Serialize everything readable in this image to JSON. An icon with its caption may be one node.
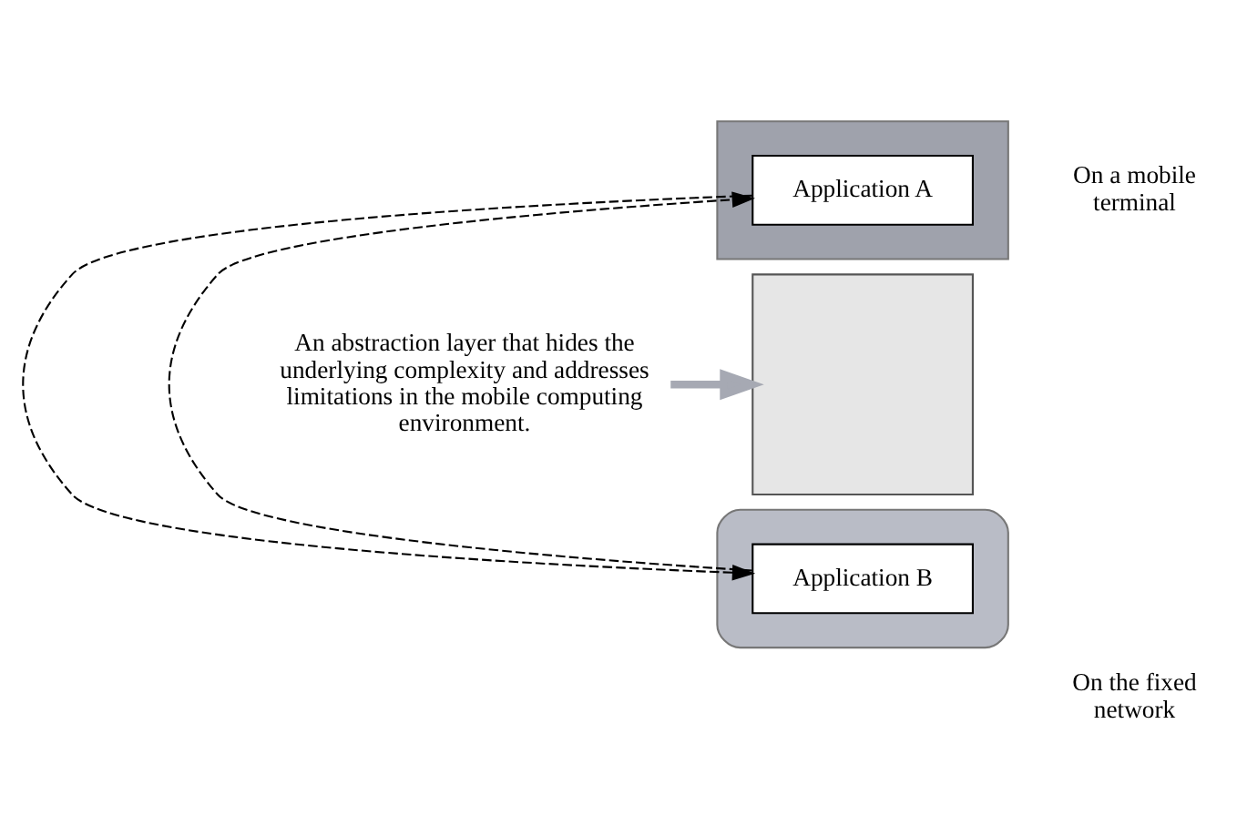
{
  "diagram": {
    "nodes": [
      {
        "text": [],
        "shape": "box"
      },
      {
        "text": [
          "Application A"
        ],
        "in": 0
      },
      {
        "text": [],
        "shape": "box"
      },
      {
        "text": [],
        "shape": "ellipse"
      },
      {
        "text": [
          "Application B"
        ],
        "in": 3
      },
      {
        "text": [
          "An abstraction layer that hides the underlying complexity and addresses limitations in the mobile computing environment."
        ]
      }
    ],
    "edges": [
      {
        "from": 1,
        "to": 4,
        "arrow": "to",
        "style": "dashed"
      },
      {
        "from": 4,
        "to": 1,
        "arrow": "to",
        "style": "dashed"
      },
      {
        "from": 5,
        "to": 2,
        "arrow": "to",
        "style": "thick",
        "color": "#a6a9b3"
      }
    ],
    "labels": [
      "On a mobile terminal",
      "On the fixed network"
    ]
  }
}
